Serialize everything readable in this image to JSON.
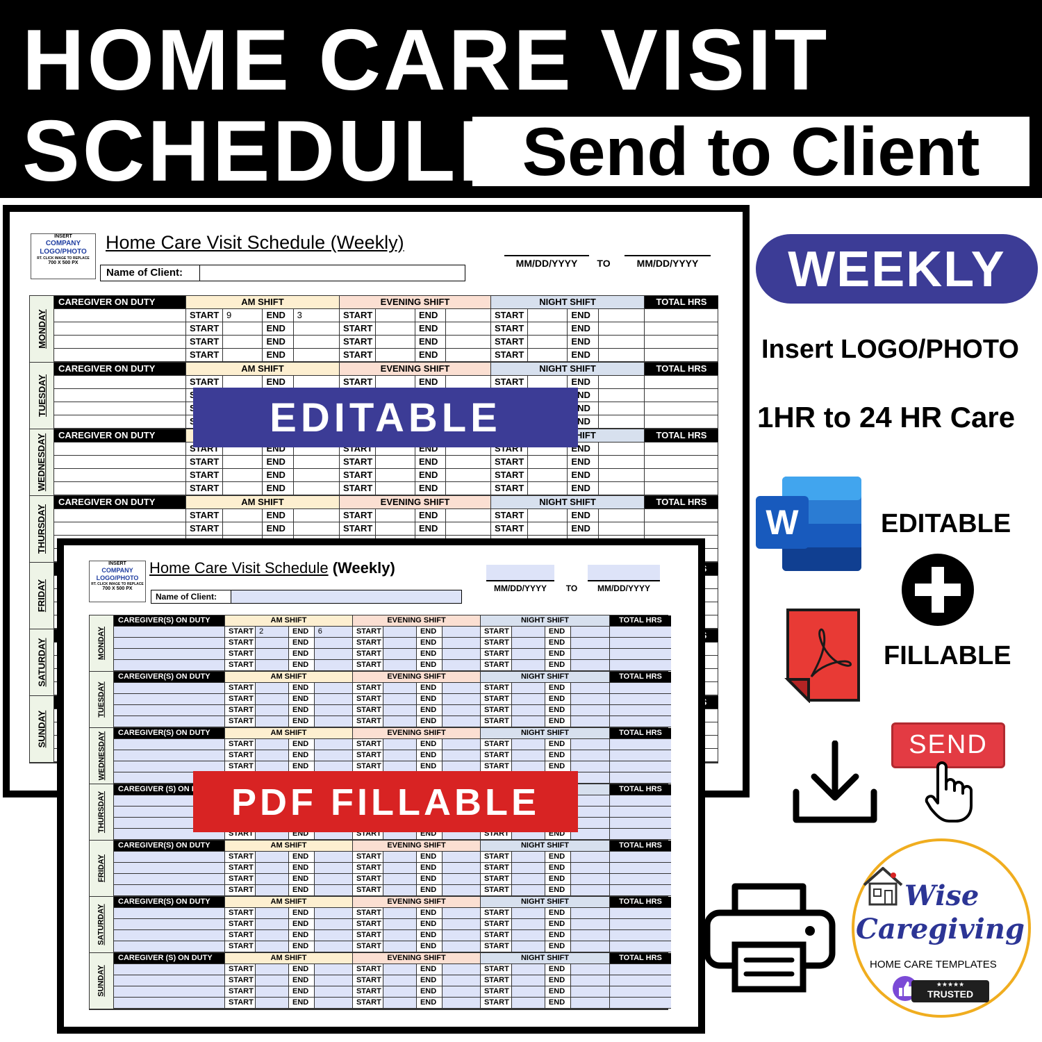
{
  "header": {
    "title_line1": "HOME CARE VISIT",
    "title_line2": "SCHEDULE",
    "subtitle": "Send to Client"
  },
  "badges": {
    "editable": "EDITABLE",
    "pdf_fillable": "PDF FILLABLE"
  },
  "side": {
    "weekly": "WEEKLY",
    "insert_logo": "Insert LOGO/PHOTO",
    "care_range": "1HR to 24 HR Care",
    "editable_label": "EDITABLE",
    "fillable_label": "FILLABLE",
    "send_button": "SEND"
  },
  "brand": {
    "name_line1": "Wise",
    "name_line2": "Caregiving",
    "tagline": "HOME CARE TEMPLATES",
    "stars": "★★★★★",
    "trusted": "TRUSTED"
  },
  "logo_placeholder": {
    "insert": "INSERT",
    "company": "COMPANY",
    "logo_photo": "LOGO/PHOTO",
    "click_note": "RT. CLICK IMAGE TO REPLACE",
    "size": "700 X 500 PX"
  },
  "sheet_word": {
    "title": "Home Care Visit Schedule (Weekly)",
    "name_label": "Name of Client:",
    "date_from": "MM/DD/YYYY",
    "date_to_word": "TO",
    "date_to": "MM/DD/YYYY",
    "caregiver_header": "CAREGIVER ON DUTY",
    "am_header": "AM SHIFT",
    "evening_header": "EVENING SHIFT",
    "night_header": "NIGHT SHIFT",
    "total_header": "TOTAL HRS",
    "start_label": "START",
    "end_label": "END",
    "monday_first_start": "9",
    "monday_first_end": "3",
    "days": [
      "MONDAY",
      "TUESDAY",
      "WEDNESDAY",
      "THURSDAY",
      "FRIDAY",
      "SATURDAY",
      "SUNDAY"
    ]
  },
  "sheet_pdf": {
    "title_main": "Home Care Visit Schedule",
    "title_suffix": "(Weekly)",
    "name_label": "Name of Client:",
    "date_from": "MM/DD/YYYY",
    "date_to_word": "TO",
    "date_to": "MM/DD/YYYY",
    "caregiver_header": "CAREGIVER(S) ON DUTY",
    "caregiver_header_alt": "CAREGIVER (S) ON DUTY",
    "am_header": "AM SHIFT",
    "evening_header": "EVENING SHIFT",
    "night_header": "NIGHT SHIFT",
    "total_header": "TOTAL HRS",
    "start_label": "START",
    "end_label": "END",
    "monday_first_start": "2",
    "monday_first_end": "6",
    "days": [
      "MONDAY",
      "TUESDAY",
      "WEDNESDAY",
      "THURSDAY",
      "FRIDAY",
      "SATURDAY",
      "SUNDAY"
    ]
  },
  "icons": [
    "word-icon",
    "plus-icon",
    "pdf-icon",
    "download-icon",
    "hand-pointer-icon",
    "printer-icon",
    "house-icon",
    "thumbs-up-icon"
  ],
  "colors": {
    "badge_blue": "#3c3c96",
    "badge_red": "#d82323",
    "am_fill": "#fdefd0",
    "evening_fill": "#fbdfd2",
    "night_fill": "#d7e0ee",
    "pdf_field_fill": "#dde3f8",
    "send_red": "#e33b43",
    "brand_gold": "#f0ad1f"
  }
}
